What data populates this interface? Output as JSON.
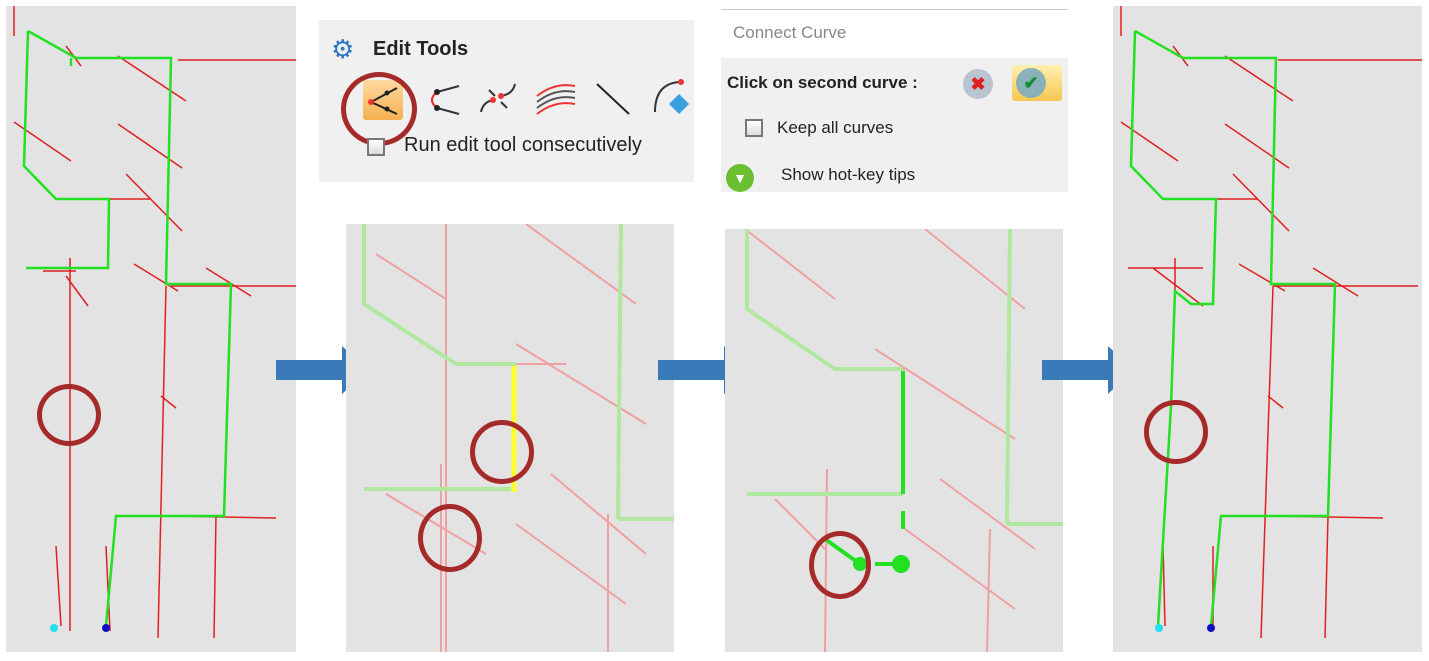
{
  "edit_tools": {
    "title": "Edit Tools",
    "tools": [
      "connect-curves-icon",
      "fillet-icon",
      "extend-curves-icon",
      "offset-curves-icon",
      "line-icon",
      "move-arc-icon"
    ],
    "checkbox_label": "Run edit tool consecutively",
    "checkbox_checked": false
  },
  "connect_curve": {
    "title": "Connect Curve",
    "prompt": "Click on second curve :",
    "keep_label": "Keep all curves",
    "keep_checked": false,
    "tips_label": "Show hot-key tips"
  },
  "colors": {
    "accent_arrow": "#3a7ab8",
    "highlight_ring": "#a52a2a",
    "green": "#22dd22",
    "red": "#dd2222"
  }
}
